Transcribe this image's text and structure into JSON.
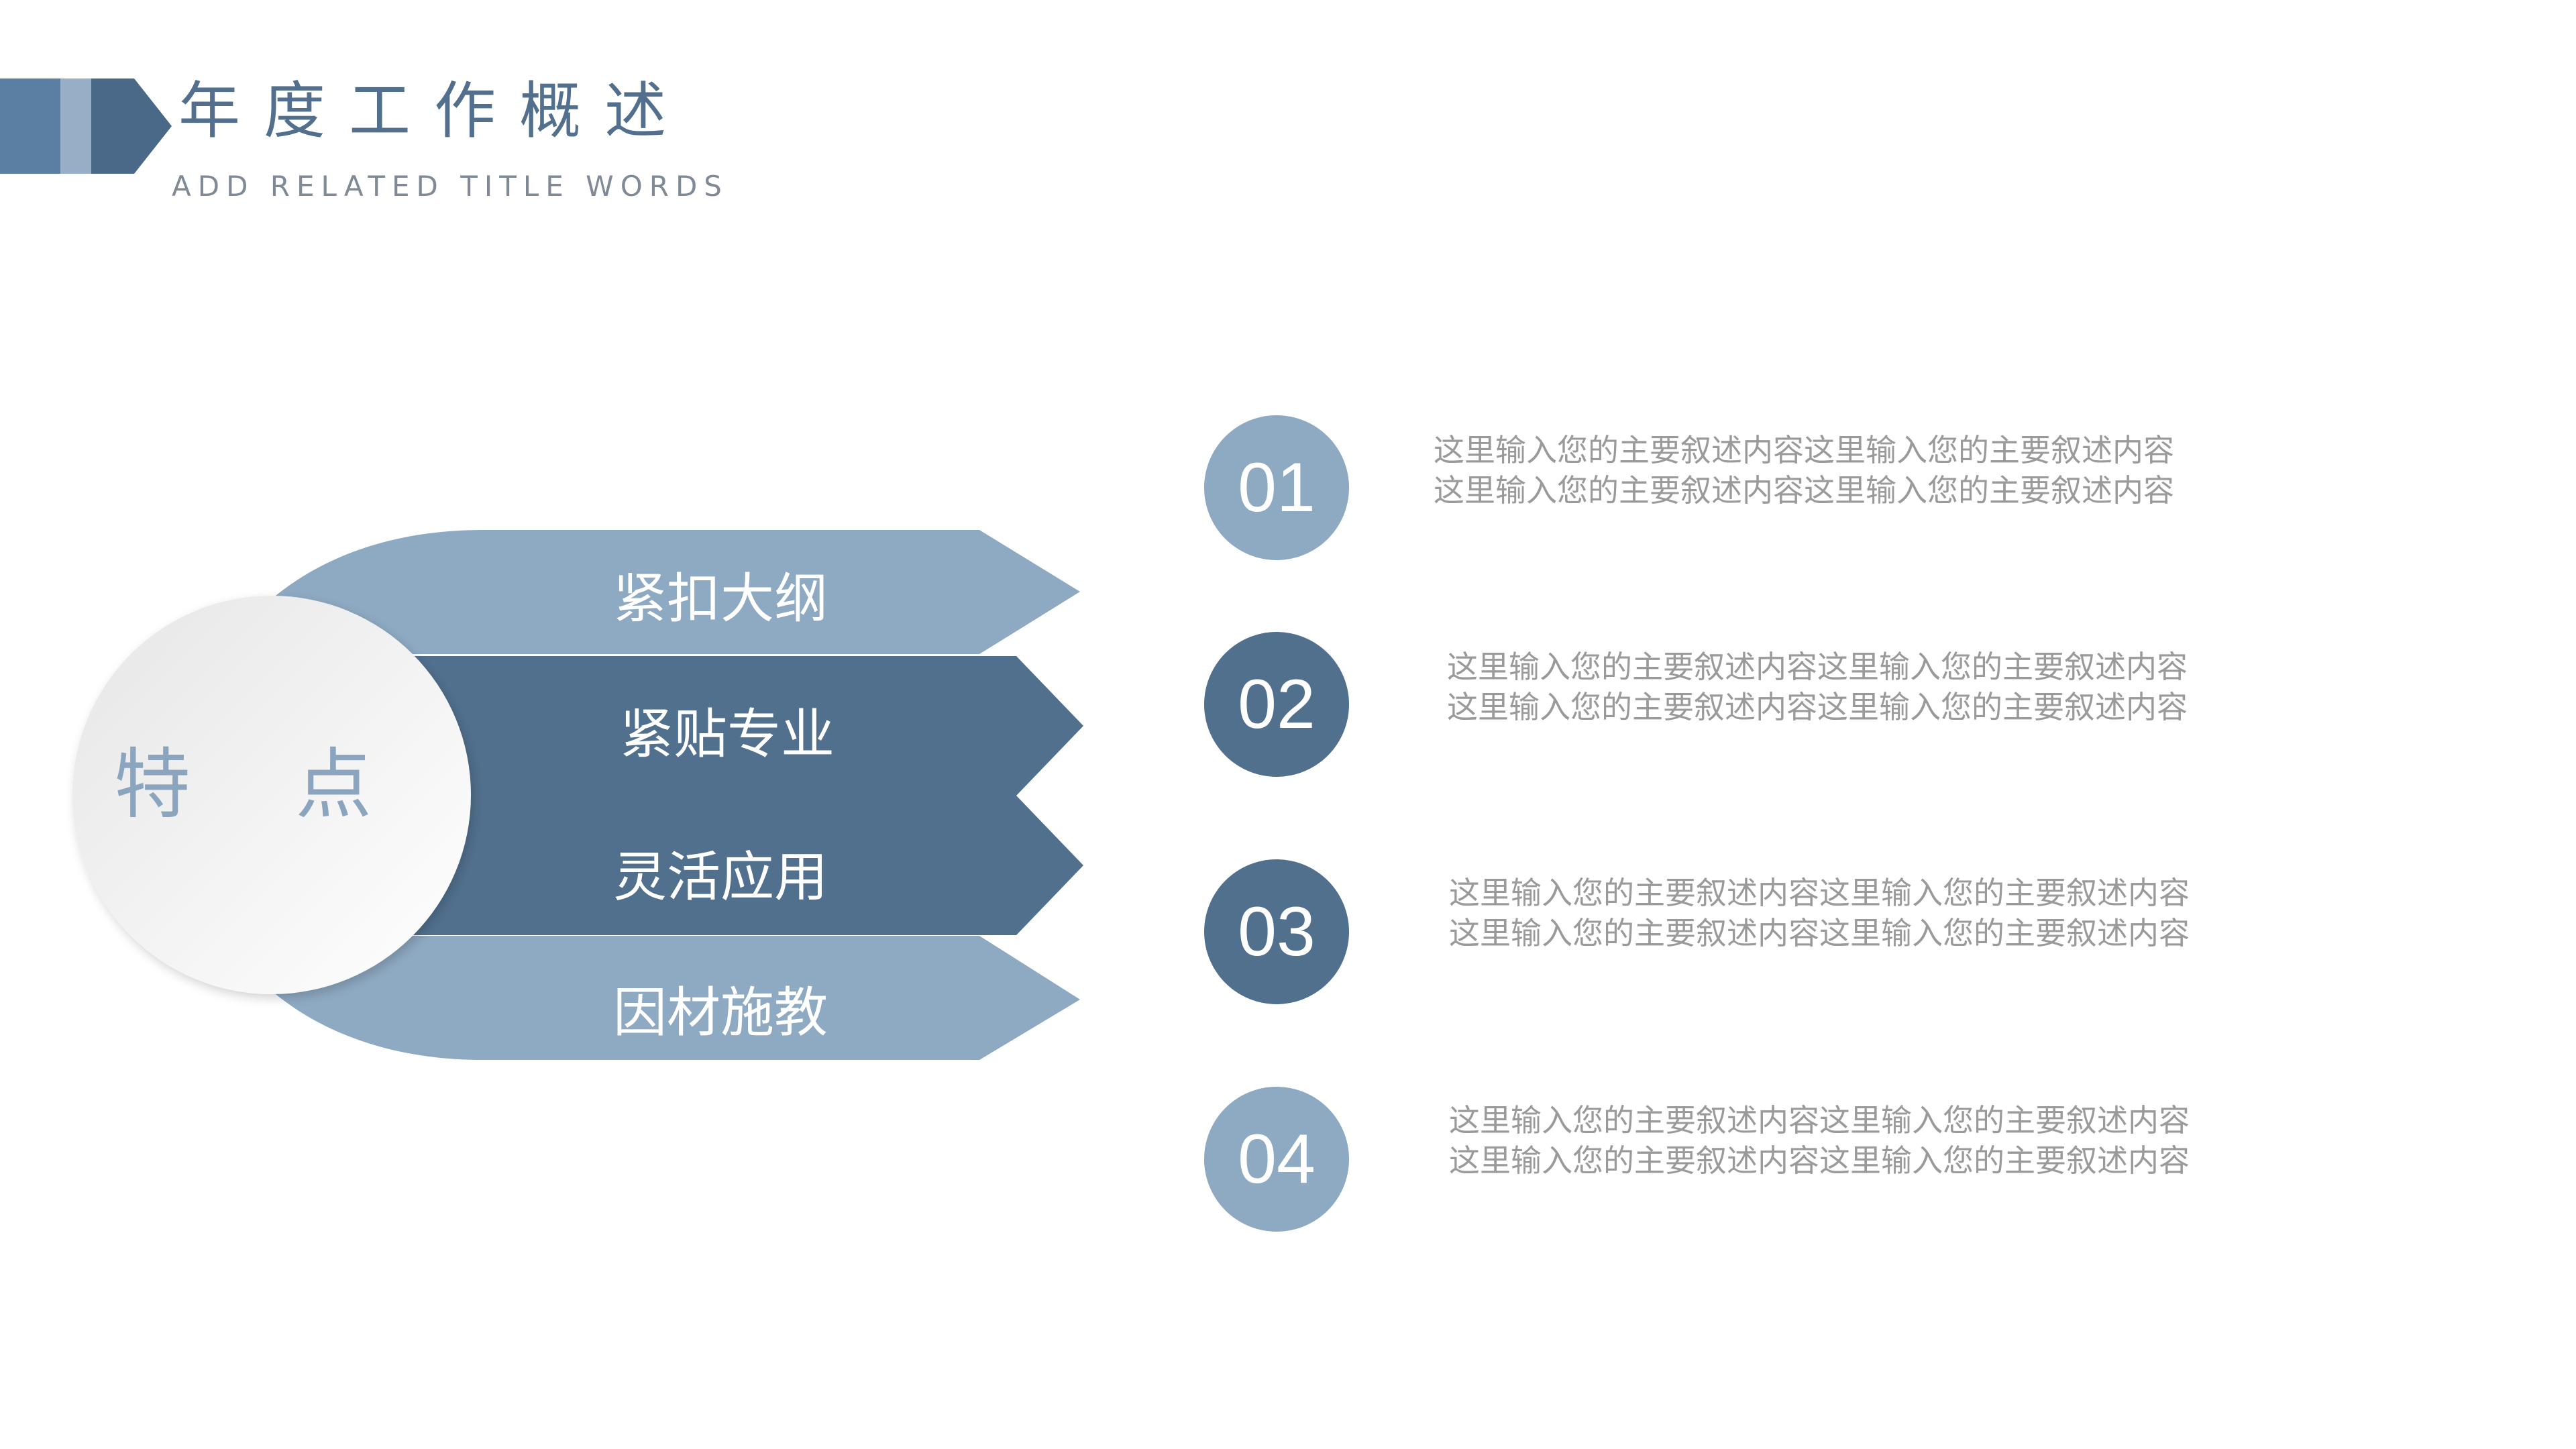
{
  "header": {
    "title": "年度工作概述",
    "subtitle": "ADD RELATED TITLE WORDS"
  },
  "diagram": {
    "center_label": "特 点",
    "arrows": [
      {
        "label": "紧扣大纲"
      },
      {
        "label": "紧贴专业"
      },
      {
        "label": "灵活应用"
      },
      {
        "label": "因材施教"
      }
    ]
  },
  "items": [
    {
      "number": "01",
      "line1": "这里输入您的主要叙述内容这里输入您的主要叙述内容",
      "line2": "这里输入您的主要叙述内容这里输入您的主要叙述内容"
    },
    {
      "number": "02",
      "line1": "这里输入您的主要叙述内容这里输入您的主要叙述内容",
      "line2": "这里输入您的主要叙述内容这里输入您的主要叙述内容"
    },
    {
      "number": "03",
      "line1": "这里输入您的主要叙述内容这里输入您的主要叙述内容",
      "line2": "这里输入您的主要叙述内容这里输入您的主要叙述内容"
    },
    {
      "number": "04",
      "line1": "这里输入您的主要叙述内容这里输入您的主要叙述内容",
      "line2": "这里输入您的主要叙述内容这里输入您的主要叙述内容"
    }
  ],
  "colors": {
    "light_blue": "#8ea9c2",
    "dark_blue": "#51708e",
    "text_gray": "#9a9a9a"
  }
}
